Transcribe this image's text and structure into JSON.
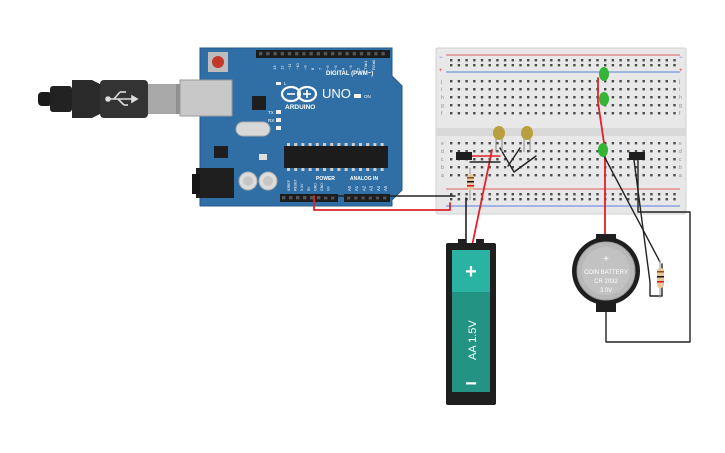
{
  "arduino": {
    "logo": "ARDUINO",
    "model": "UNO",
    "digital_label": "DIGITAL (PWM~)",
    "analog_label": "ANALOG IN",
    "power_label": "POWER",
    "on_label": "ON",
    "tx_label": "TX",
    "rx_label": "RX",
    "l_label": "L",
    "analog_pins": [
      "A0",
      "A1",
      "A2",
      "A3",
      "A4",
      "A5"
    ],
    "digital_pins": [
      "13",
      "12",
      "~11",
      "~10",
      "~9",
      "8",
      "7",
      "~6",
      "~5",
      "4",
      "~3",
      "2",
      "TX▸1",
      "RX◂0"
    ],
    "power_pins": [
      "IOREF",
      "RESET",
      "3.3V",
      "5V",
      "GND",
      "GND",
      "Vin"
    ]
  },
  "aa_battery": {
    "label": "AA 1.5V",
    "plus": "+",
    "minus": "−"
  },
  "coin_battery": {
    "plus": "+",
    "line1": "COIN BATTERY",
    "line2": "CR 2032",
    "line3": "3.0V"
  },
  "breadboard": {
    "row_letters_top": [
      "j",
      "i",
      "h",
      "g",
      "f"
    ],
    "row_letters_bottom": [
      "e",
      "d",
      "c",
      "b",
      "a"
    ],
    "rail_plus": "+",
    "rail_minus": "−"
  },
  "colors": {
    "board": "#2f6fa6",
    "wire_red": "#e0202a",
    "wire_black": "#222222",
    "led_green": "#35b535",
    "led_amber": "#b8a040",
    "battery_teal": "#2ab3a3"
  }
}
